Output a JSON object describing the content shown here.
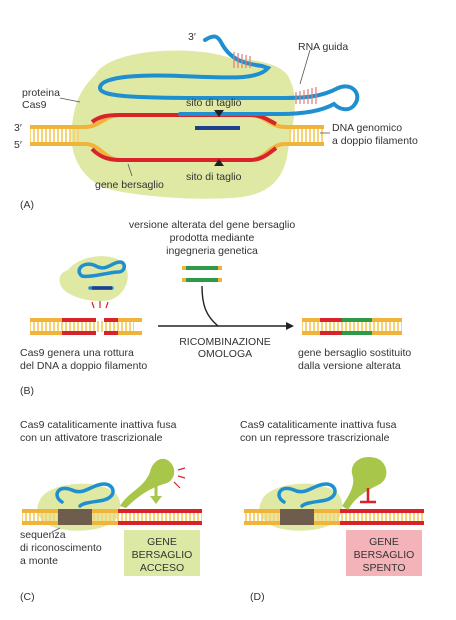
{
  "panels": {
    "A": {
      "panel_label": "(A)",
      "three_prime_rna": "3′",
      "rna_guide": "RNA guida",
      "protein_line1": "proteina",
      "protein_line2": "Cas9",
      "three_prime": "3′",
      "five_prime": "5′",
      "cut_site_top": "sito di taglio",
      "cut_site_bottom": "sito di taglio",
      "genomic_dna_line1": "DNA genomico",
      "genomic_dna_line2": "a doppio filamento",
      "target_gene": "gene bersaglio"
    },
    "B": {
      "panel_label": "(B)",
      "altered_line1": "versione alterata del gene bersaglio",
      "altered_line2": "prodotta mediante",
      "altered_line3": "ingegneria genetica",
      "recomb_line1": "RICOMBINAZIONE",
      "recomb_line2": "OMOLOGA",
      "break_line1": "Cas9 genera una rottura",
      "break_line2": "del DNA a doppio filamento",
      "replaced_line1": "gene bersaglio sostituito",
      "replaced_line2": "dalla versione alterata"
    },
    "C": {
      "panel_label": "(C)",
      "header_line1": "Cas9 cataliticamente inattiva fusa",
      "header_line2": "con un attivatore trascrizionale",
      "seq_line1": "sequenza",
      "seq_line2": "di riconoscimento",
      "seq_line3": "a monte",
      "box_line1": "GENE",
      "box_line2": "BERSAGLIO",
      "box_line3": "ACCESO"
    },
    "D": {
      "panel_label": "(D)",
      "header_line1": "Cas9 cataliticamente inattiva fusa",
      "header_line2": "con un repressore trascrizionale",
      "box_line1": "GENE",
      "box_line2": "BERSAGLIO",
      "box_line3": "SPENTO"
    }
  },
  "colors": {
    "dna_strand": "#f0b43c",
    "base_pair": "#f6d47a",
    "target": "#d8232a",
    "rna": "#1f8fd0",
    "rna_dark": "#1d3f8f",
    "cas9": "#dfe9a4",
    "altered": "#2c9a4a",
    "activator": "#a8c64a",
    "activator_box": "#dce9a4",
    "repressor": "#a8c64a",
    "repressor_box": "#f4b3b8",
    "recognition": "#6e5c4c"
  }
}
